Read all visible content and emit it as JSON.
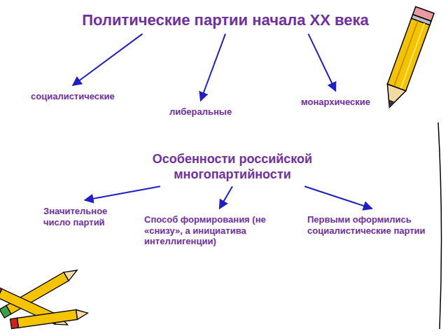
{
  "diagram": {
    "nodes": [
      {
        "text": [
          "Политические партии начала XX века"
        ]
      },
      {
        "text": [
          "социалистические"
        ]
      },
      {
        "text": [
          "либеральные"
        ]
      },
      {
        "text": [
          "монархические"
        ]
      },
      {
        "text": [
          "Особенности российской многопартийности"
        ]
      },
      {
        "text": [
          "Значительное число партий"
        ]
      },
      {
        "text": [
          "Способ формирования (не «снизу», а инициатива интеллигенции)"
        ]
      },
      {
        "text": [
          "Первыми оформились социалистические партии"
        ]
      }
    ],
    "edges": [
      {
        "from": 0,
        "to": 1,
        "arrow": "to"
      },
      {
        "from": 0,
        "to": 2,
        "arrow": "to"
      },
      {
        "from": 0,
        "to": 3,
        "arrow": "to"
      },
      {
        "from": 4,
        "to": 5,
        "arrow": "to"
      },
      {
        "from": 4,
        "to": 6,
        "arrow": "to"
      },
      {
        "from": 4,
        "to": 7,
        "arrow": "to"
      }
    ]
  }
}
